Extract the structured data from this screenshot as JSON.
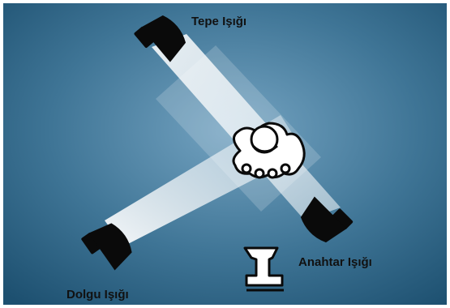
{
  "lights": {
    "back": {
      "label": "Tepe Işığı"
    },
    "key": {
      "label": "Anahtar Işığı"
    },
    "fill": {
      "label": "Dolgu Işığı"
    }
  },
  "colors": {
    "background_center": "#6f9dbb",
    "background_edge": "#1f5372",
    "lamp": "#0a0a0a",
    "beam": "#ffffff",
    "subject_outline": "#0a0a0a"
  }
}
